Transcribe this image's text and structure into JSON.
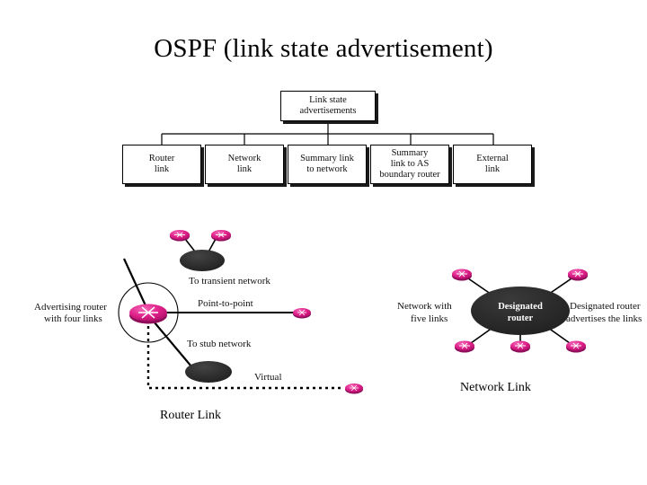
{
  "slide": {
    "title": "OSPF (link state advertisement)"
  },
  "tree": {
    "root": {
      "line1": "Link state",
      "line2": "advertisements"
    },
    "children": [
      {
        "line1": "Router",
        "line2": "link",
        "line3": ""
      },
      {
        "line1": "Network",
        "line2": "link",
        "line3": ""
      },
      {
        "line1": "Summary link",
        "line2": "to network",
        "line3": ""
      },
      {
        "line1": "Summary",
        "line2": "link to AS",
        "line3": "boundary router"
      },
      {
        "line1": "External",
        "line2": "link",
        "line3": ""
      }
    ]
  },
  "router_link_figure": {
    "caption": "Router Link",
    "labels": {
      "advertising_router_line1": "Advertising router",
      "advertising_router_line2": "with four links",
      "to_transient_network": "To transient network",
      "point_to_point": "Point-to-point",
      "to_stub_network": "To stub network",
      "virtual": "Virtual"
    }
  },
  "network_link_figure": {
    "caption": "Network Link",
    "labels": {
      "network_with_line1": "Network with",
      "network_with_line2": "five links",
      "designated_router_line1": "Designated",
      "designated_router_line2": "router",
      "advertises_line1": "Designated router",
      "advertises_line2": "advertises the links"
    }
  },
  "colors": {
    "router_pink": "#e0218a",
    "router_pink_dark": "#9c1060",
    "network_cloud_dark": "#2b2b2b",
    "line": "#000000",
    "background": "#ffffff",
    "box_shadow": "#1a1a1a"
  }
}
